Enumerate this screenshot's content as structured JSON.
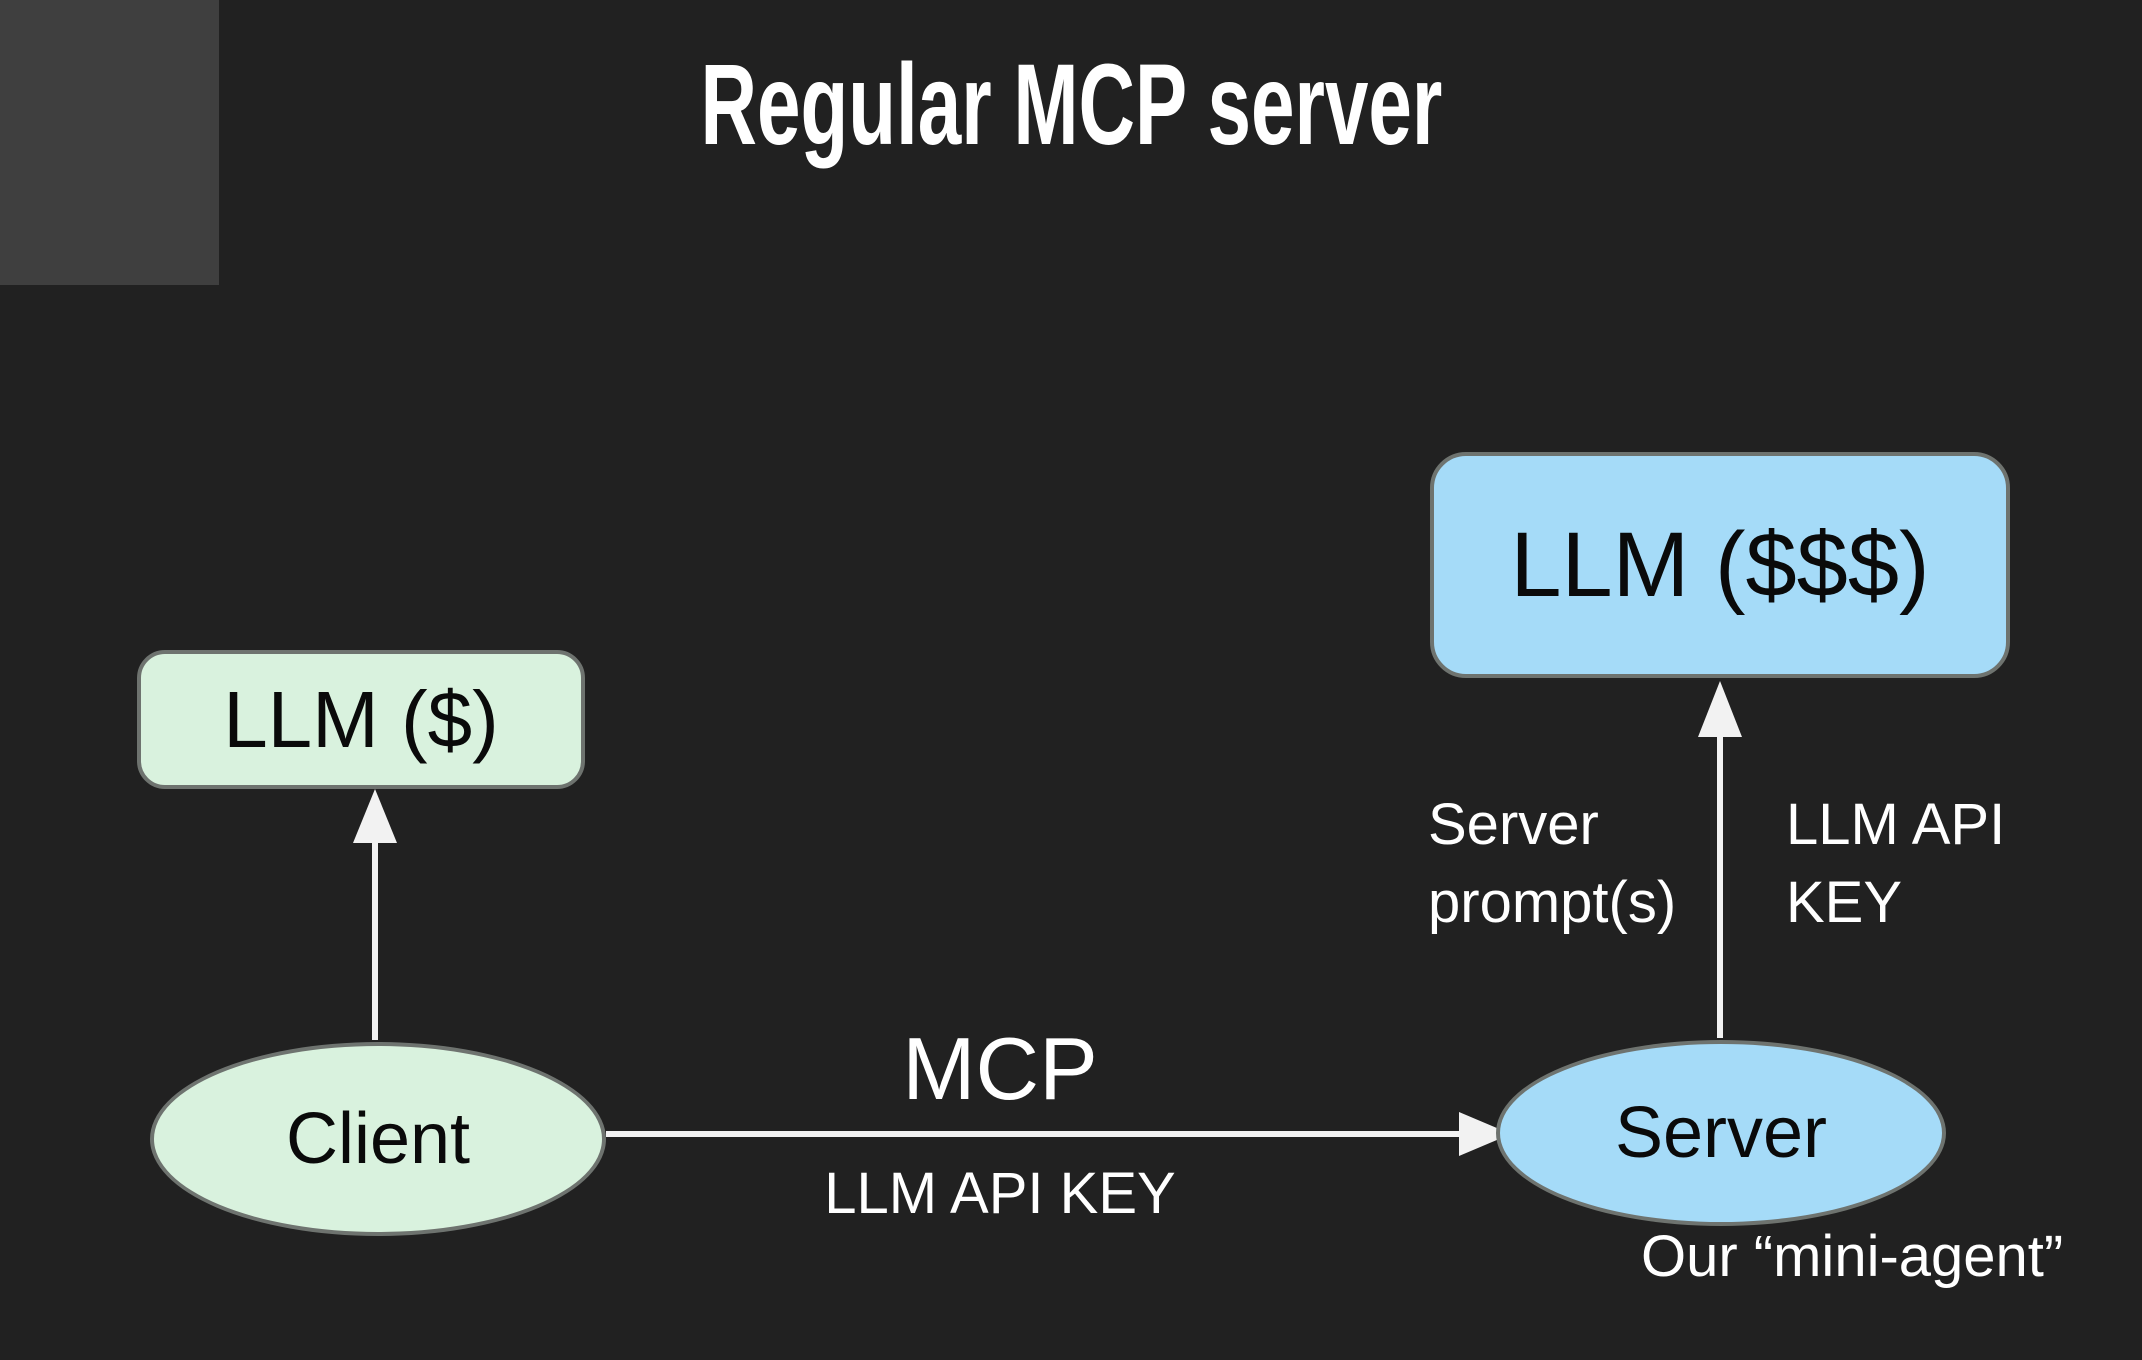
{
  "slide": {
    "title": "Regular MCP server"
  },
  "colors": {
    "background": "#212121",
    "corner_rect": "#3f3f3f",
    "node_green": "#d9f2de",
    "node_blue": "#a5dbf8",
    "node_border": "#6e736f",
    "node_text": "#0a0a0a",
    "arrow": "#f2f2f2",
    "label_text": "#ffffff"
  },
  "nodes": {
    "llm_cheap": {
      "label": "LLM ($)"
    },
    "llm_expensive": {
      "label": "LLM ($$$)"
    },
    "client": {
      "label": "Client"
    },
    "server": {
      "label": "Server"
    }
  },
  "edges": {
    "client_to_server": {
      "label_top": "MCP",
      "label_bottom": "LLM API KEY"
    },
    "server_to_llm_expensive": {
      "label_left": "Server\nprompt(s)",
      "label_right": "LLM API\nKEY"
    }
  },
  "annotations": {
    "server_note": "Our “mini-agent”"
  }
}
